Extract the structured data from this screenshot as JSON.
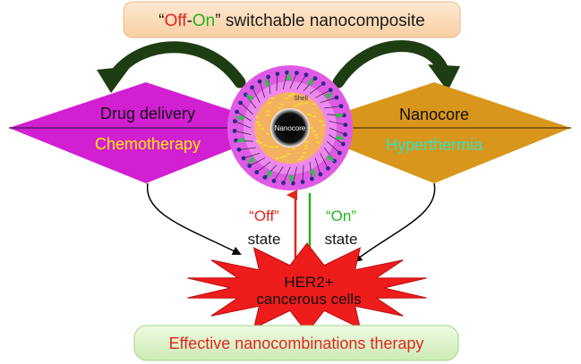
{
  "title": {
    "quote_open": "“",
    "off": "Off",
    "dash": "-",
    "on": "On",
    "quote_close": "”",
    "rest": " switchable nanocomposite",
    "colors": {
      "off": "#e0261d",
      "on": "#22b321",
      "text": "#1a1a1a"
    }
  },
  "left_diamond": {
    "line1": "Drug delivery",
    "line2": "Chemotherapy",
    "fill": "#d21fd2",
    "line2_color": "#ffee00"
  },
  "right_diamond": {
    "line1": "Nanocore",
    "line2": "Hyperthermia",
    "fill": "#d9961c",
    "line2_color": "#33e0c0"
  },
  "particle": {
    "shell_label": "Shell",
    "core_label": "Nanocore"
  },
  "off_state": {
    "quote": "“Off”",
    "word": "state",
    "color": "#e0261d"
  },
  "on_state": {
    "quote": "“On”",
    "word": "state",
    "color": "#22b321"
  },
  "target": {
    "line1": "HER2+",
    "line2": "cancerous cells",
    "fill": "#ef1c1c"
  },
  "bottom": {
    "text": "Effective nanocombinations therapy",
    "color": "#e0261d"
  },
  "colors": {
    "title_box": "#fad9b4",
    "bottom_box": "#dcf2c9",
    "curve_arrow": "#1e3d12"
  }
}
